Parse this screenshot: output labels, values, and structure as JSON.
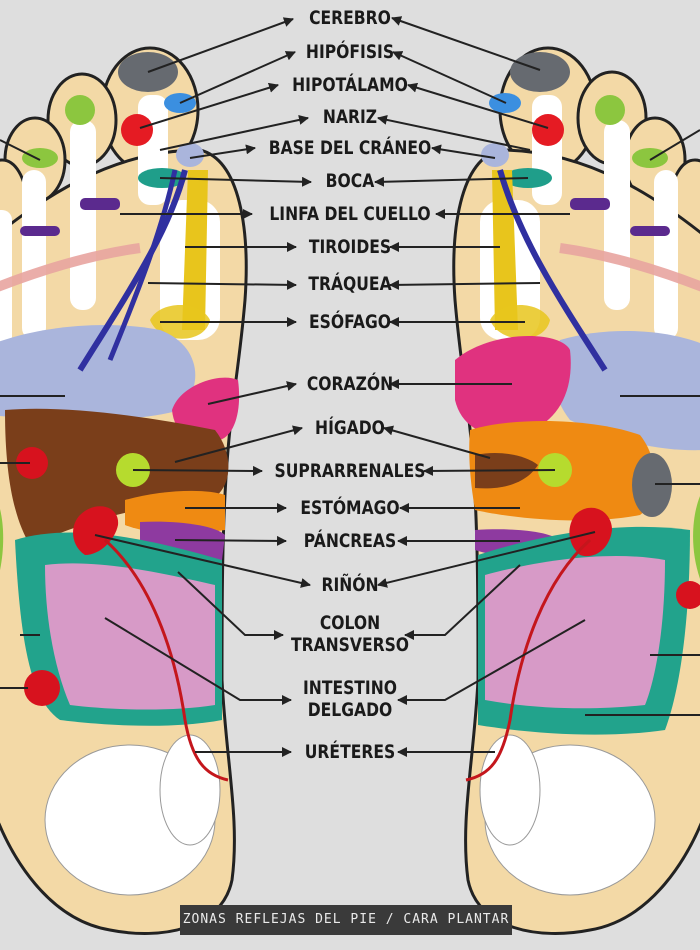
{
  "diagram": {
    "labels": [
      {
        "id": "cerebro",
        "text": "CEREBRO"
      },
      {
        "id": "hipofisis",
        "text": "HIPÓFISIS"
      },
      {
        "id": "hipotalamo",
        "text": "HIPOTÁLAMO"
      },
      {
        "id": "nariz",
        "text": "NARIZ"
      },
      {
        "id": "base-craneo",
        "text": "BASE DEL CRÁNEO"
      },
      {
        "id": "boca",
        "text": "BOCA"
      },
      {
        "id": "linfa",
        "text": "LINFA DEL CUELLO"
      },
      {
        "id": "tiroides",
        "text": "TIROIDES"
      },
      {
        "id": "traquea",
        "text": "TRÁQUEA"
      },
      {
        "id": "esofago",
        "text": "ESÓFAGO"
      },
      {
        "id": "corazon",
        "text": "CORAZÓN"
      },
      {
        "id": "higado",
        "text": "HÍGADO"
      },
      {
        "id": "suprarrenales",
        "text": "SUPRARRENALES"
      },
      {
        "id": "estomago",
        "text": "ESTÓMAGO"
      },
      {
        "id": "pancreas",
        "text": "PÁNCREAS"
      },
      {
        "id": "rinon",
        "text": "RIÑÓN"
      },
      {
        "id": "colon",
        "text": "COLON\nTRANSVERSO"
      },
      {
        "id": "intestino",
        "text": "INTESTINO\nDELGADO"
      },
      {
        "id": "ureteres",
        "text": "URÉTERES"
      }
    ],
    "caption": "ZONAS REFLEJAS DEL PIE / CARA PLANTAR",
    "colors": {
      "background": "#dedede",
      "skin": "#f3d9a6",
      "outline": "#222222",
      "bone": "#ffffff",
      "brain": "#666a70",
      "pituitary": "#3b8fe0",
      "hypothalamus": "#e51b23",
      "toe_spot": "#8cc63f",
      "neck": "#1f9e8a",
      "spine_purple": "#5b2a8e",
      "yellow": "#e8c51c",
      "lung": "#aab5dc",
      "heart": "#e0327f",
      "liver": "#7a3e1a",
      "adrenal": "#b6db2e",
      "stomach": "#ef8a12",
      "pancreas": "#8e3aa0",
      "kidney": "#d7121e",
      "colon": "#22a38c",
      "intestine": "#d79ac7",
      "ureter": "#c4161c",
      "lymph": "#e8a4a0",
      "nerve": "#3030a0"
    }
  }
}
